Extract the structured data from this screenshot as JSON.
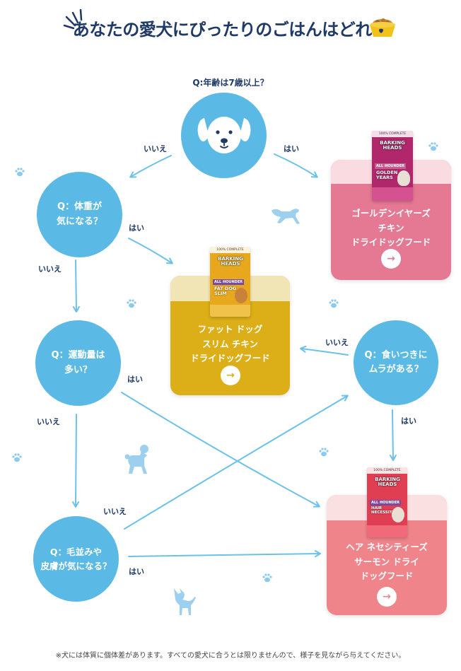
{
  "header": {
    "title": "あなたの愛犬にぴったりのごはんはどれ？"
  },
  "flow": {
    "top_question": "Q:年齢は7歳以上？",
    "q_weight": "Q：体重が\n気になる？",
    "q_exercise": "Q：運動量は\n多い？",
    "q_coat": "Q：毛並みや\n皮膚が気になる？",
    "q_appetite": "Q：食いつきに\nムラがある？",
    "yes": "はい",
    "no": "いいえ"
  },
  "results": {
    "golden": {
      "label": "ゴールデンイヤーズ\nチキン\nドライドッグフード",
      "bag_strip": "100% COMPLETE",
      "bag_logo": "BARKING\nHEADS",
      "bag_tag": "ALL HOUNDER",
      "bag_name": "GOLDEN\nYEARS"
    },
    "fatdog": {
      "label": "ファット ドッグ\nスリム チキン\nドライドッグフード",
      "bag_strip": "100% COMPLETE",
      "bag_logo": "BARKING\nHEADS",
      "bag_tag": "ALL HOUNDER",
      "bag_name": "FAT DOG\nSLIM"
    },
    "hair": {
      "label": "ヘア ネセシティーズ\nサーモン ドライ\nドッグフード",
      "bag_strip": "100% COMPLETE",
      "bag_logo": "BARKING\nHEADS",
      "bag_tag": "ALL HOUNDER",
      "bag_name": "HAIR\nNECESSITIES"
    },
    "arrow_glyph": "→"
  },
  "footer": {
    "note": "※犬には体質に個体差があります。すべての愛犬に合うとは限りませんので、様子を見ながら与えてください。"
  },
  "colors": {
    "circle": "#5bb9e6",
    "navy": "#1f3a66",
    "golden_card": "#e57892",
    "golden_cap": "#fadbe2",
    "fatdog_card": "#dcae17",
    "fatdog_cap": "#f1e5b6",
    "hair_card": "#ef848b",
    "hair_cap": "#fbe0e2",
    "arrow": "#6cc1e8"
  }
}
